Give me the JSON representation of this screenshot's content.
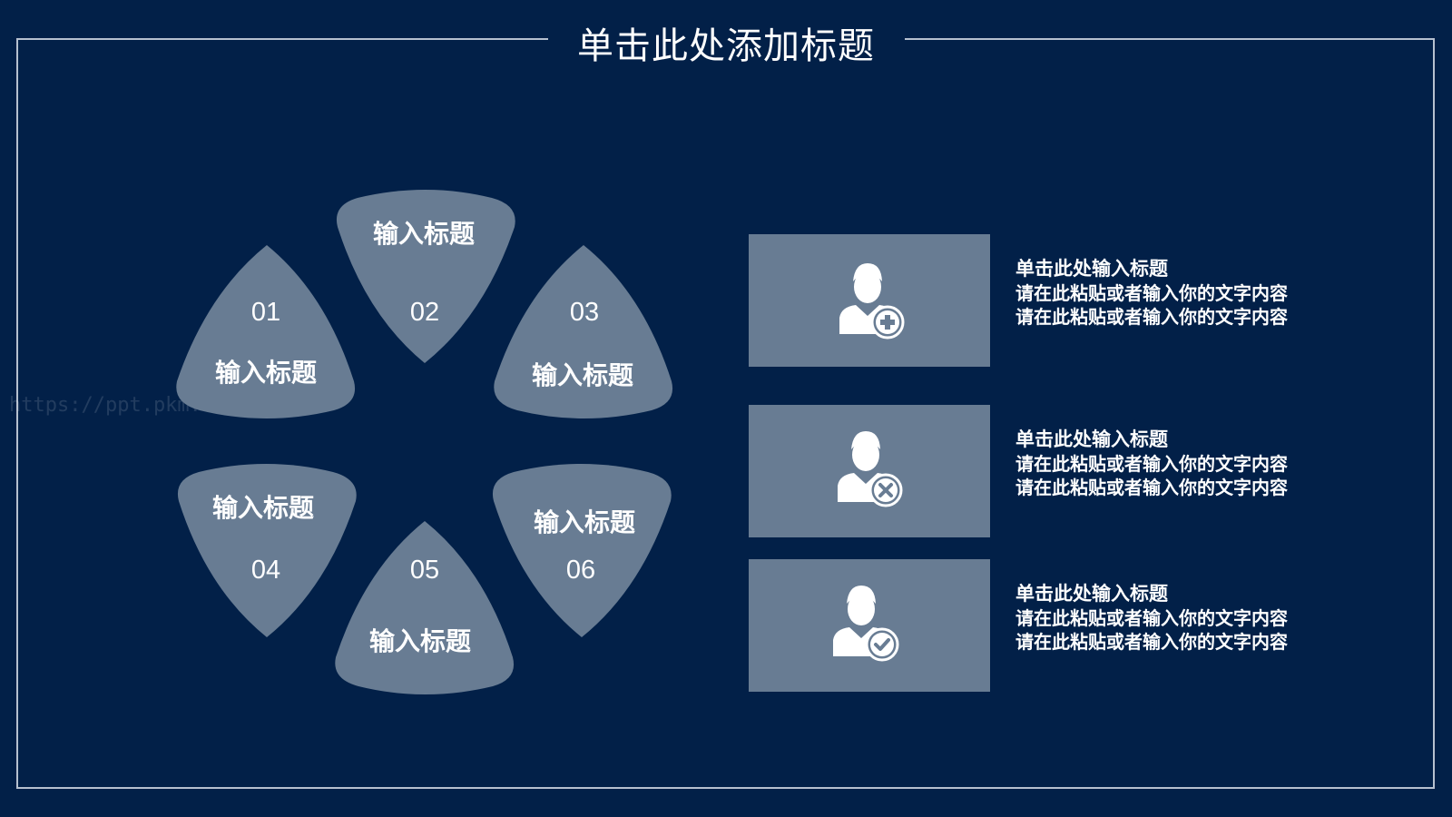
{
  "slide": {
    "title": "单击此处添加标题",
    "watermark": "https://ppt.pkm.de"
  },
  "colors": {
    "background": "#022048",
    "shape_fill": "#687c93",
    "frame_line": "#b6c0cf",
    "text": "#ffffff"
  },
  "petals": [
    {
      "number": "01",
      "title": "输入标题"
    },
    {
      "number": "02",
      "title": "输入标题"
    },
    {
      "number": "03",
      "title": "输入标题"
    },
    {
      "number": "04",
      "title": "输入标题"
    },
    {
      "number": "05",
      "title": "输入标题"
    },
    {
      "number": "06",
      "title": "输入标题"
    }
  ],
  "cards": [
    {
      "icon": "user-add-icon",
      "heading": "单击此处输入标题",
      "lines": [
        "请在此粘贴或者输入你的文字内容",
        "请在此粘贴或者输入你的文字内容"
      ]
    },
    {
      "icon": "user-remove-icon",
      "heading": "单击此处输入标题",
      "lines": [
        "请在此粘贴或者输入你的文字内容",
        "请在此粘贴或者输入你的文字内容"
      ]
    },
    {
      "icon": "user-check-icon",
      "heading": "单击此处输入标题",
      "lines": [
        "请在此粘贴或者输入你的文字内容",
        "请在此粘贴或者输入你的文字内容"
      ]
    }
  ]
}
